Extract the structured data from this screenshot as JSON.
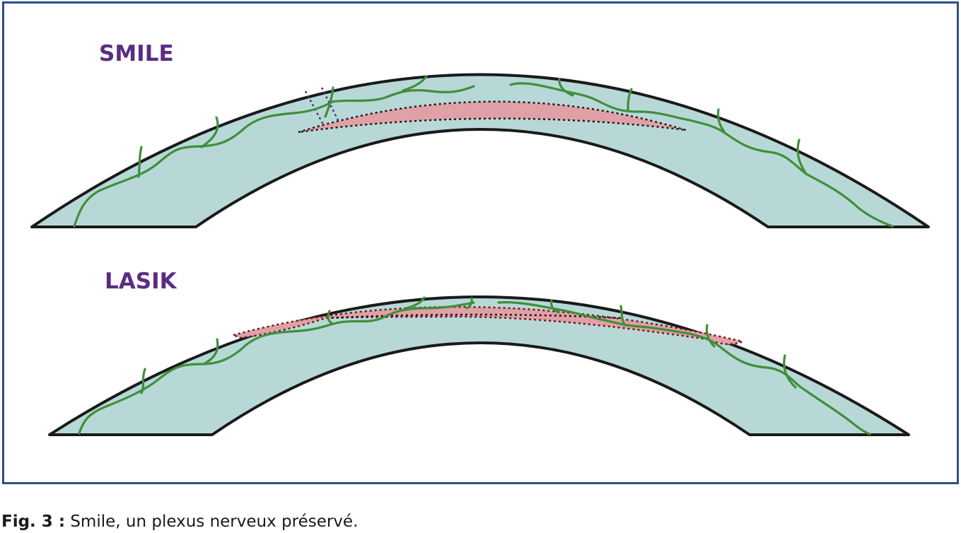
{
  "diagram": {
    "top_label": "SMILE",
    "bottom_label": "LASIK"
  },
  "caption": {
    "fig_label": "Fig. 3 :",
    "text": " Smile, un plexus nerveux préservé."
  },
  "colors": {
    "border": "#2c4f8c",
    "label": "#5a2d82",
    "cornea": "#b8d8d8",
    "tissue": "#e0a1a6",
    "nerve": "#3f8f3a"
  }
}
